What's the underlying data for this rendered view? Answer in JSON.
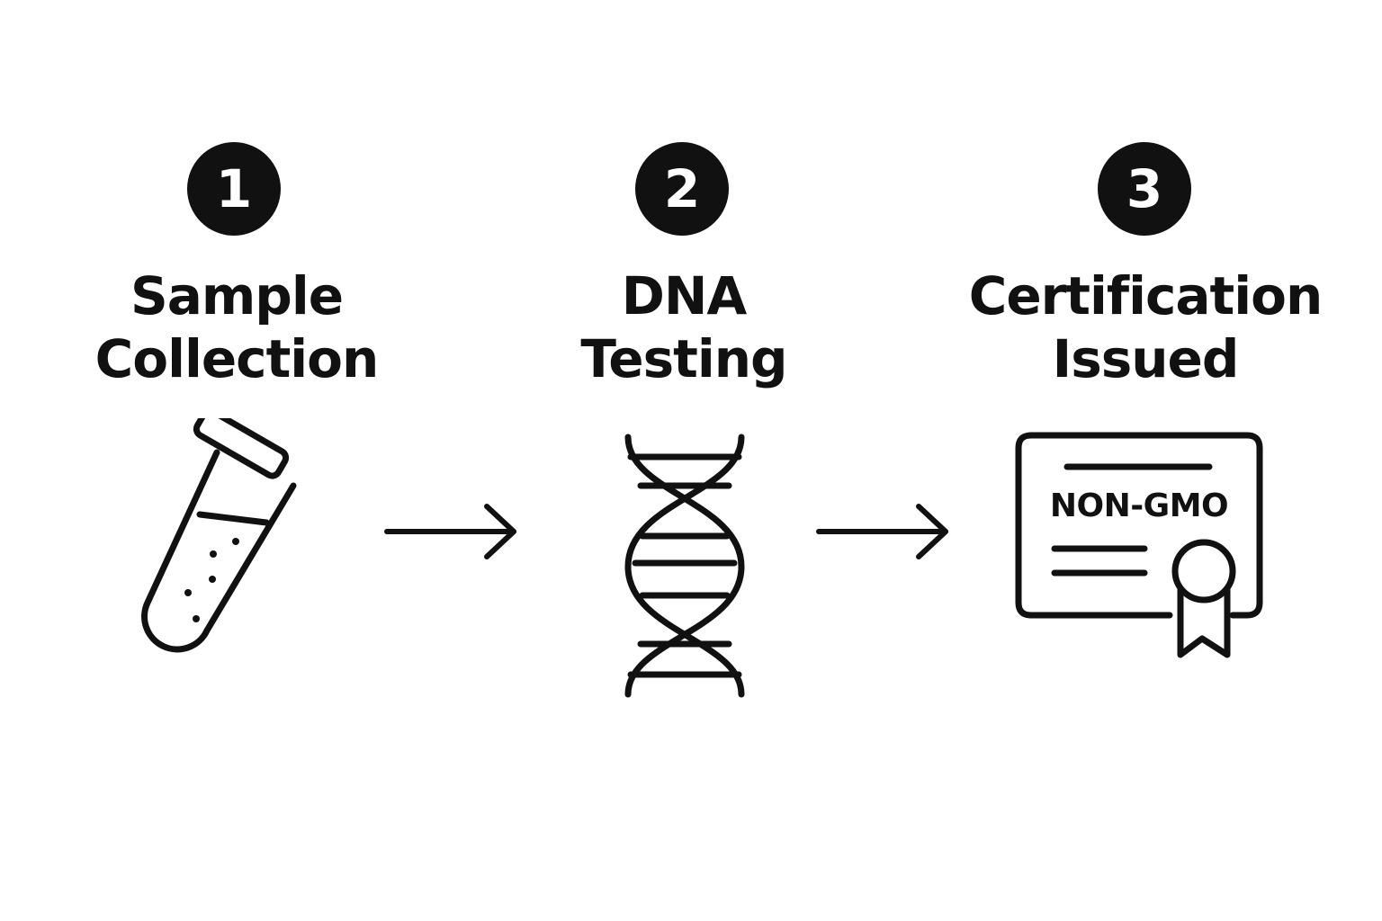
{
  "steps": [
    {
      "number": "1",
      "title_line1": "Sample",
      "title_line2": "Collection",
      "icon": "test-tube-icon"
    },
    {
      "number": "2",
      "title_line1": "DNA",
      "title_line2": "Testing",
      "icon": "dna-helix-icon"
    },
    {
      "number": "3",
      "title_line1": "Certification",
      "title_line2": "Issued",
      "icon": "certificate-icon",
      "certificate_text": "NON-GMO"
    }
  ],
  "arrows": [
    "right-arrow-icon",
    "right-arrow-icon"
  ],
  "colors": {
    "ink": "#111111",
    "background": "#ffffff"
  }
}
